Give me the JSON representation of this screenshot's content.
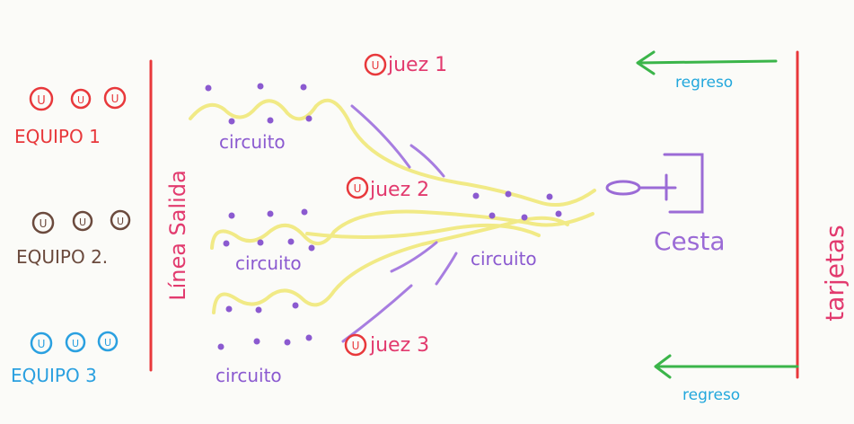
{
  "diagram": {
    "teams": [
      {
        "label": "EQUIPO 1",
        "color": "#e8383b",
        "player_mark": "U"
      },
      {
        "label": "EQUIPO 2.",
        "color": "#6b4a3d",
        "player_mark": "U"
      },
      {
        "label": "EQUIPO 3",
        "color": "#2aa0e0",
        "player_mark": "U"
      }
    ],
    "start_line_label": "Línea Salida",
    "circuit_label": "circuito",
    "judges": [
      {
        "label": "juez 1",
        "mark": "U"
      },
      {
        "label": "juez 2",
        "mark": "U"
      },
      {
        "label": "juez 3",
        "mark": "U"
      }
    ],
    "basket_label": "Cesta",
    "cards_label": "tarjetas",
    "return_label": "regreso",
    "colors": {
      "red": "#e8383b",
      "brown": "#6b4a3d",
      "blue": "#2aa0e0",
      "purple": "#9b6bd6",
      "yellow": "#f1ea86",
      "green": "#3bb54a",
      "magenta": "#e23a6e"
    }
  }
}
